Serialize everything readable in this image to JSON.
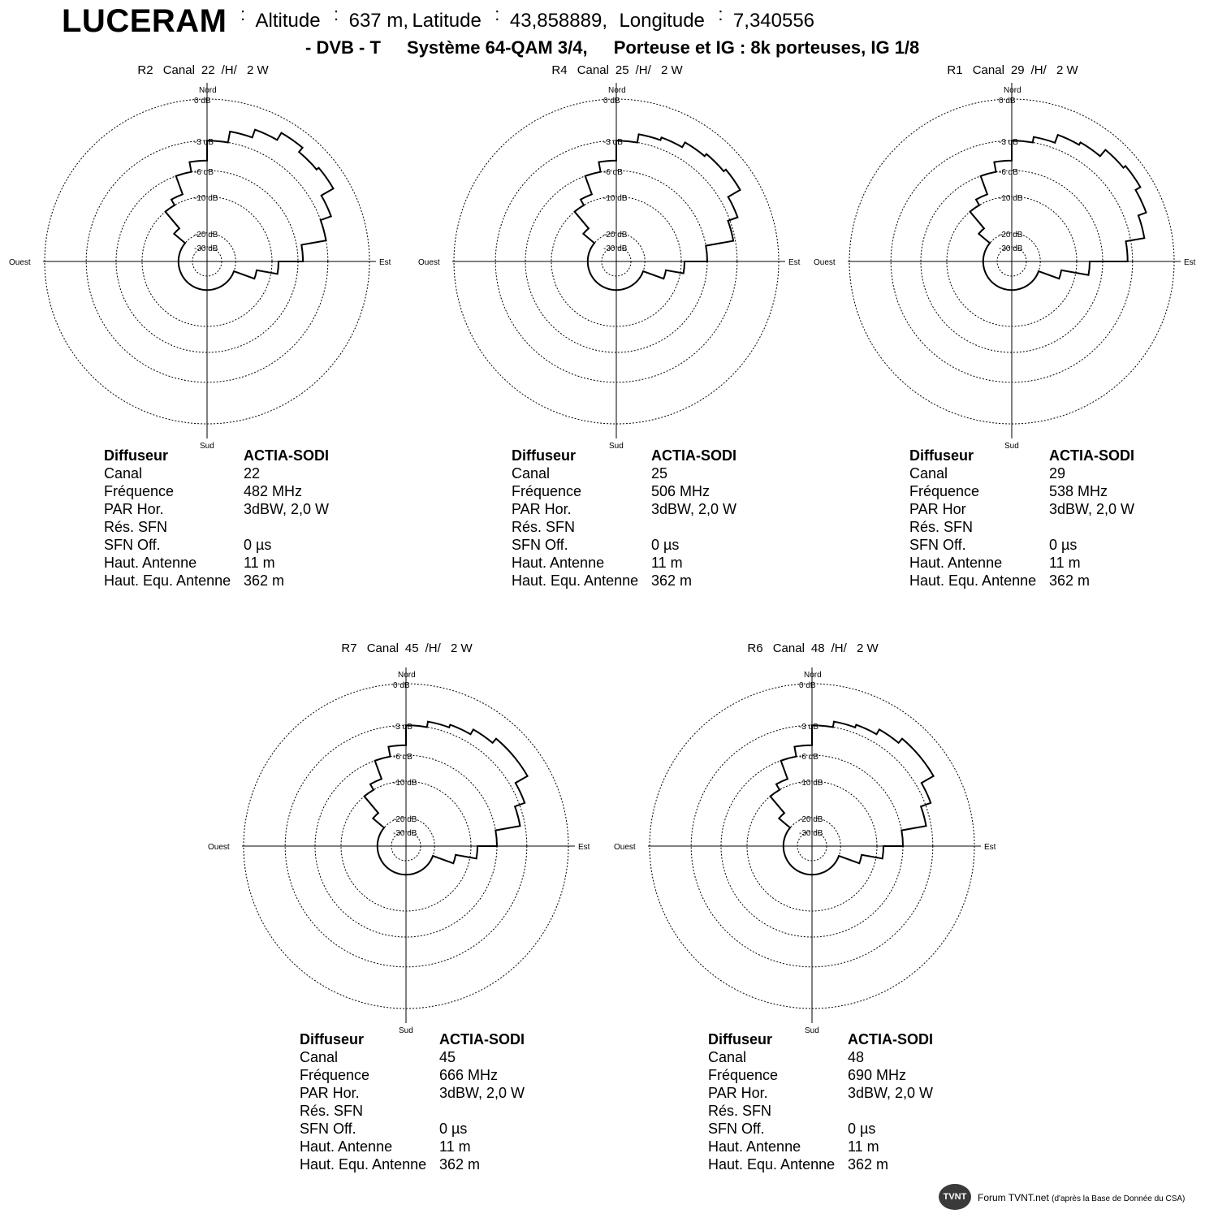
{
  "site": {
    "name": "LUCERAM",
    "altitude": "Altitude",
    "altitude_value": "637 m,",
    "latitude": "Latitude",
    "latitude_value": "43,858889,",
    "longitude": "Longitude",
    "longitude_value": "7,340556",
    "separator": ":",
    "system_prefix": "- DVB - T",
    "system_desc": "Système 64-QAM 3/4,",
    "system_carrier": "Porteuse et IG : 8k porteuses, IG 1/8"
  },
  "polar_labels": {
    "north": "Nord",
    "south": "Sud",
    "east": "Est",
    "west": "Ouest",
    "rings": [
      "0 dB",
      "-3 dB",
      "-6 dB",
      "-10 dB",
      "-20 dB",
      "-30 dB"
    ]
  },
  "table_labels": {
    "diffuseur": "Diffuseur",
    "canal": "Canal",
    "frequence": "Fréquence",
    "par_hor": "PAR Hor.",
    "res_sfn": "Rés. SFN",
    "sfn_off": "SFN Off.",
    "haut_antenne": "Haut. Antenne",
    "haut_equ": "Haut. Equ. Antenne"
  },
  "panels": [
    {
      "mux": "R2",
      "canal_label": "Canal",
      "canal": "22",
      "pol": "/H/",
      "power": "2 W",
      "diffuseur": "ACTIA-SODI",
      "frequence": "482 MHz",
      "par": "3dBW, 2,0 W",
      "res_sfn": "",
      "sfn_off": "0 µs",
      "haut_antenne": "11 m",
      "haut_equ": "362 m"
    },
    {
      "mux": "R4",
      "canal_label": "Canal",
      "canal": "25",
      "pol": "/H/",
      "power": "2 W",
      "diffuseur": "ACTIA-SODI",
      "frequence": "506 MHz",
      "par": "3dBW, 2,0 W",
      "res_sfn": "",
      "sfn_off": "0 µs",
      "haut_antenne": "11 m",
      "haut_equ": "362 m"
    },
    {
      "mux": "R1",
      "canal_label": "Canal",
      "canal": "29",
      "pol": "/H/",
      "power": "2 W",
      "diffuseur": "ACTIA-SODI",
      "frequence": "538 MHz",
      "par": "3dBW, 2,0 W",
      "res_sfn": "",
      "sfn_off": "0 µs",
      "haut_antenne": "11 m",
      "haut_equ": "362 m",
      "par_label": "PAR Hor"
    },
    {
      "mux": "R7",
      "canal_label": "Canal",
      "canal": "45",
      "pol": "/H/",
      "power": "2 W",
      "diffuseur": "ACTIA-SODI",
      "frequence": "666 MHz",
      "par": "3dBW, 2,0 W",
      "res_sfn": "",
      "sfn_off": "0 µs",
      "haut_antenne": "11 m",
      "haut_equ": "362 m"
    },
    {
      "mux": "R6",
      "canal_label": "Canal",
      "canal": "48",
      "pol": "/H/",
      "power": "2 W",
      "diffuseur": "ACTIA-SODI",
      "frequence": "690 MHz",
      "par": "3dBW, 2,0 W",
      "res_sfn": "",
      "sfn_off": "0 µs",
      "haut_antenne": "11 m",
      "haut_equ": "362 m"
    }
  ],
  "footer": {
    "logo": "TVNT",
    "credit": "Forum TVNT.net",
    "credit_small": "(d'après la Base de Donnée du CSA)"
  },
  "chart_data": {
    "type": "polar",
    "title": "",
    "radial_axis": {
      "unit": "dB",
      "ticks": [
        0,
        -3,
        -6,
        -10,
        -20,
        -30
      ]
    },
    "angular_axis": {
      "unit": "degrees",
      "labels": [
        "Nord",
        "Est",
        "Sud",
        "Ouest"
      ]
    },
    "grid": true,
    "charts": [
      {
        "mux": "R2",
        "series": [
          {
            "angles": [
              0,
              10,
              20,
              30,
              40,
              50,
              60,
              70,
              80,
              90,
              100,
              110,
              120,
              130,
              140,
              150,
              160,
              170,
              180,
              190,
              200,
              210,
              220,
              230,
              240,
              250,
              260,
              270,
              280,
              290,
              300,
              310,
              320,
              330,
              340,
              350
            ],
            "values_db": [
              -3,
              -2.2,
              -1.6,
              -1,
              -1.4,
              -1.2,
              -2.2,
              -3,
              -5.5,
              -9,
              -14,
              -20,
              -20,
              -20,
              -20,
              -20,
              -20,
              -20,
              -20,
              -20,
              -20,
              -20,
              -20,
              -20,
              -20,
              -20,
              -20,
              -20,
              -20,
              -20,
              -20,
              -16,
              -10,
              -9,
              -6,
              -5
            ]
          }
        ]
      },
      {
        "mux": "R4",
        "series": [
          {
            "angles": [
              0,
              10,
              20,
              30,
              40,
              50,
              60,
              70,
              80,
              90,
              100,
              110,
              120,
              130,
              140,
              150,
              160,
              170,
              180,
              190,
              200,
              210,
              220,
              230,
              240,
              250,
              260,
              270,
              280,
              290,
              300,
              310,
              320,
              330,
              340,
              350
            ],
            "values_db": [
              -3,
              -2.4,
              -2.2,
              -1.8,
              -1.6,
              -1.4,
              -2.4,
              -3.2,
              -6,
              -9.5,
              -14,
              -20,
              -20,
              -20,
              -20,
              -20,
              -20,
              -20,
              -20,
              -20,
              -20,
              -20,
              -20,
              -20,
              -20,
              -20,
              -20,
              -20,
              -20,
              -20,
              -20,
              -16,
              -10,
              -9,
              -6,
              -5
            ]
          }
        ]
      },
      {
        "mux": "R1",
        "series": [
          {
            "angles": [
              0,
              10,
              20,
              30,
              40,
              50,
              60,
              70,
              80,
              90,
              100,
              110,
              120,
              130,
              140,
              150,
              160,
              170,
              180,
              190,
              200,
              210,
              220,
              230,
              240,
              250,
              260,
              270,
              280,
              290,
              300,
              310,
              320,
              330,
              340,
              350
            ],
            "values_db": [
              -3,
              -2.6,
              -2,
              -1.8,
              -1.2,
              -1,
              -1.4,
              -2,
              -3.5,
              -8,
              -14,
              -20,
              -20,
              -20,
              -20,
              -20,
              -20,
              -20,
              -20,
              -20,
              -20,
              -20,
              -20,
              -20,
              -20,
              -20,
              -20,
              -20,
              -20,
              -20,
              -20,
              -16,
              -10,
              -9,
              -6,
              -5
            ]
          }
        ]
      },
      {
        "mux": "R7",
        "series": [
          {
            "angles": [
              0,
              10,
              20,
              30,
              40,
              50,
              60,
              70,
              80,
              90,
              100,
              110,
              120,
              130,
              140,
              150,
              160,
              170,
              180,
              190,
              200,
              210,
              220,
              230,
              240,
              250,
              260,
              270,
              280,
              290,
              300,
              310,
              320,
              330,
              340,
              350
            ],
            "values_db": [
              -3,
              -2.6,
              -2.4,
              -2,
              -1.6,
              -1.6,
              -2.6,
              -3.5,
              -6,
              -9,
              -14,
              -20,
              -20,
              -20,
              -20,
              -20,
              -20,
              -20,
              -20,
              -20,
              -20,
              -20,
              -20,
              -20,
              -20,
              -20,
              -20,
              -20,
              -20,
              -20,
              -20,
              -16,
              -10,
              -9,
              -6,
              -5
            ]
          }
        ]
      },
      {
        "mux": "R6",
        "series": [
          {
            "angles": [
              0,
              10,
              20,
              30,
              40,
              50,
              60,
              70,
              80,
              90,
              100,
              110,
              120,
              130,
              140,
              150,
              160,
              170,
              180,
              190,
              200,
              210,
              220,
              230,
              240,
              250,
              260,
              270,
              280,
              290,
              300,
              310,
              320,
              330,
              340,
              350
            ],
            "values_db": [
              -3,
              -2.6,
              -2.4,
              -2,
              -1.6,
              -1.6,
              -2.6,
              -3.5,
              -6,
              -9,
              -14,
              -20,
              -20,
              -20,
              -20,
              -20,
              -20,
              -20,
              -20,
              -20,
              -20,
              -20,
              -20,
              -20,
              -20,
              -20,
              -20,
              -20,
              -20,
              -20,
              -20,
              -16,
              -10,
              -9,
              -6,
              -5
            ]
          }
        ]
      }
    ]
  }
}
